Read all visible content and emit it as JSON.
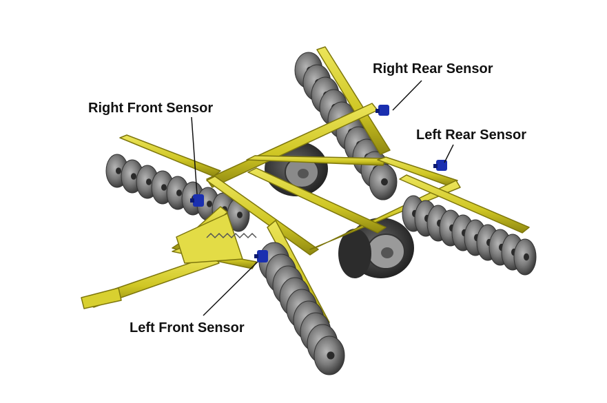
{
  "labels": {
    "right_rear": "Right Rear Sensor",
    "right_front": "Right Front Sensor",
    "left_rear": "Left Rear Sensor",
    "left_front": "Left Front Sensor"
  },
  "colors": {
    "frame": "#d4cc2a",
    "frame_dark": "#9c9412",
    "disc": "#7a7a7a",
    "disc_dark": "#4a4a4a",
    "tire": "#3a3a3a",
    "sensor": "#1a2fb0",
    "leader": "#111111"
  }
}
